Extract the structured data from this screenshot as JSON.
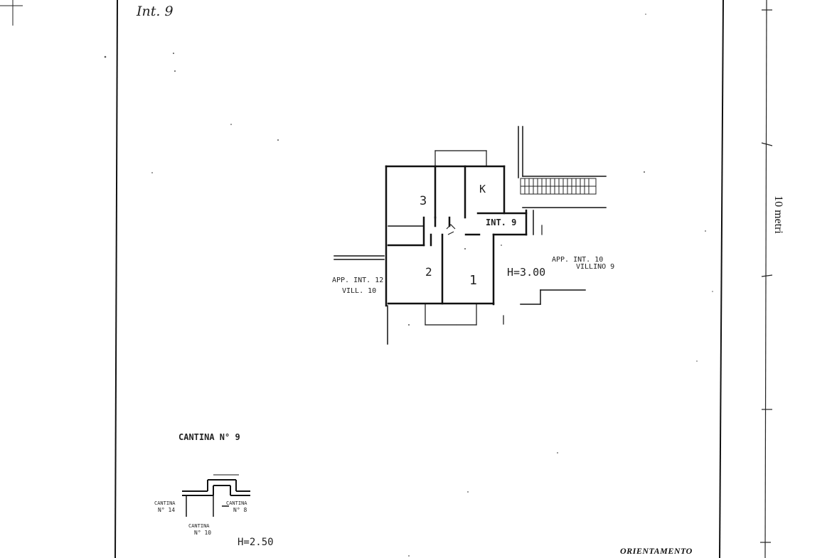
{
  "sheet": {
    "floor_label": "Int. 9",
    "scale_label": "10 metri",
    "orientation_label": "ORIENTAMENTO"
  },
  "apartment": {
    "unit_label": "INT. 9",
    "height_label": "H=3.00",
    "rooms": [
      "1",
      "2",
      "3",
      "K"
    ],
    "neighbor_right": {
      "line1": "APP. INT. 10",
      "line2": "VILLINO 9"
    },
    "neighbor_left": {
      "line1": "APP. INT. 12",
      "line2": "VILL. 10"
    }
  },
  "cellar": {
    "title": "CANTINA N° 9",
    "height_label": "H=2.50",
    "neighbors": [
      {
        "line1": "CANTINA",
        "line2": "N° 14"
      },
      {
        "line1": "CANTINA",
        "line2": "N° 8"
      },
      {
        "line1": "CANTINA",
        "line2": "N° 10"
      }
    ]
  }
}
